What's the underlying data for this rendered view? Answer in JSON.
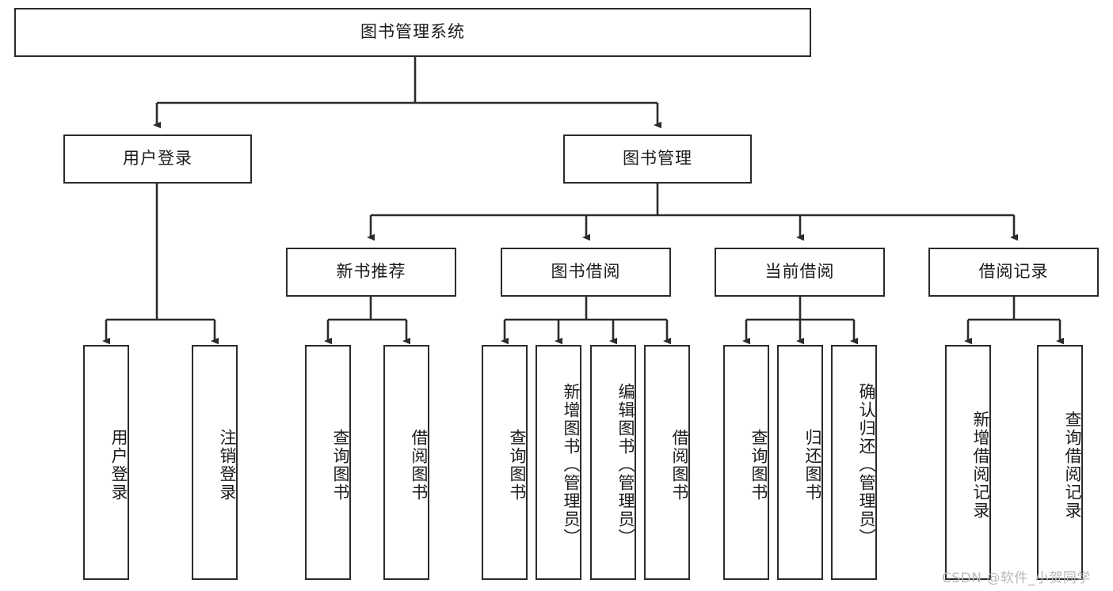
{
  "diagram": {
    "type": "tree-hierarchy-flowchart",
    "title": "图书管理系统",
    "accent_line_color": "#2b2b2b",
    "node_border_color": "#2b2b2b",
    "node_fill_color": "#ffffff",
    "text_color": "#1b1b1b",
    "watermark_color": "#b9b9b9"
  },
  "root": {
    "label": "图书管理系统"
  },
  "level2": [
    {
      "label": "用户登录"
    },
    {
      "label": "图书管理"
    }
  ],
  "level3": [
    {
      "label": "新书推荐"
    },
    {
      "label": "图书借阅"
    },
    {
      "label": "当前借阅"
    },
    {
      "label": "借阅记录"
    }
  ],
  "leaves": {
    "user_login": [
      {
        "label": "用户登录"
      },
      {
        "label": "注销登录"
      }
    ],
    "new_book_recommend": [
      {
        "label": "查询图书"
      },
      {
        "label": "借阅图书"
      }
    ],
    "book_borrow": [
      {
        "label": "查询图书"
      },
      {
        "label": "新增图书（管理员）"
      },
      {
        "label": "编辑图书（管理员）"
      },
      {
        "label": "借阅图书"
      }
    ],
    "current_borrow": [
      {
        "label": "查询图书"
      },
      {
        "label": "归还图书"
      },
      {
        "label": "确认归还（管理员）"
      }
    ],
    "borrow_records": [
      {
        "label": "新增借阅记录"
      },
      {
        "label": "查询借阅记录"
      }
    ]
  },
  "watermark": {
    "text": "CSDN @软件_小贺同学"
  }
}
